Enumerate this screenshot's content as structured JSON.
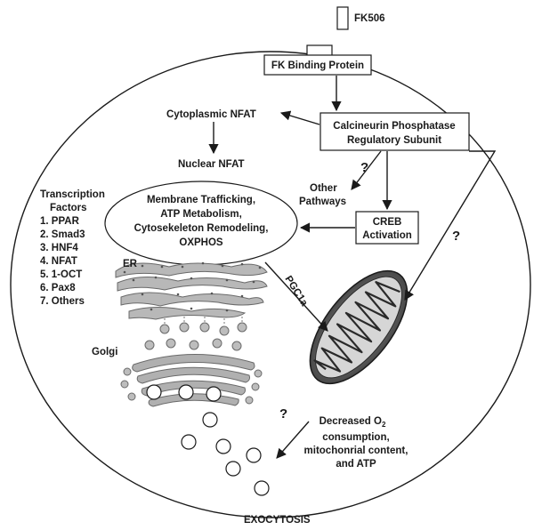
{
  "drug": {
    "label": "FK506"
  },
  "fk_binding_protein": {
    "label": "FK Binding Protein"
  },
  "calcineurin": {
    "line1": "Calcineurin Phosphatase",
    "line2": "Regulatory Subunit"
  },
  "cytoplasmic_nfat": {
    "label": "Cytoplasmic NFAT"
  },
  "nuclear_nfat": {
    "label": "Nuclear NFAT"
  },
  "question_mark": "?",
  "other_pathways": {
    "line1": "Other",
    "line2": "Pathways"
  },
  "creb": {
    "line1": "CREB",
    "line2": "Activation"
  },
  "processes": {
    "line1": "Membrane Trafficking,",
    "line2": "ATP Metabolism,",
    "line3": "Cytosekeleton Remodeling,",
    "line4": "OXPHOS"
  },
  "transcription_factors": {
    "title1": "Transcription",
    "title2": "Factors",
    "items": [
      "1.  PPAR",
      "2.  Smad3",
      "3.  HNF4",
      "4.  NFAT",
      "5.  1-OCT",
      "6.  Pax8",
      "7.  Others"
    ]
  },
  "organelles": {
    "er": "ER",
    "golgi": "Golgi"
  },
  "pgc1a": {
    "label": "PGC1a"
  },
  "outcome": {
    "line1_prefix": "Decreased O",
    "line1_sub": "2",
    "line2": "consumption,",
    "line3": "mitochonrial content,",
    "line4": "and ATP"
  },
  "exocytosis": {
    "label": "EXOCYTOSIS"
  }
}
